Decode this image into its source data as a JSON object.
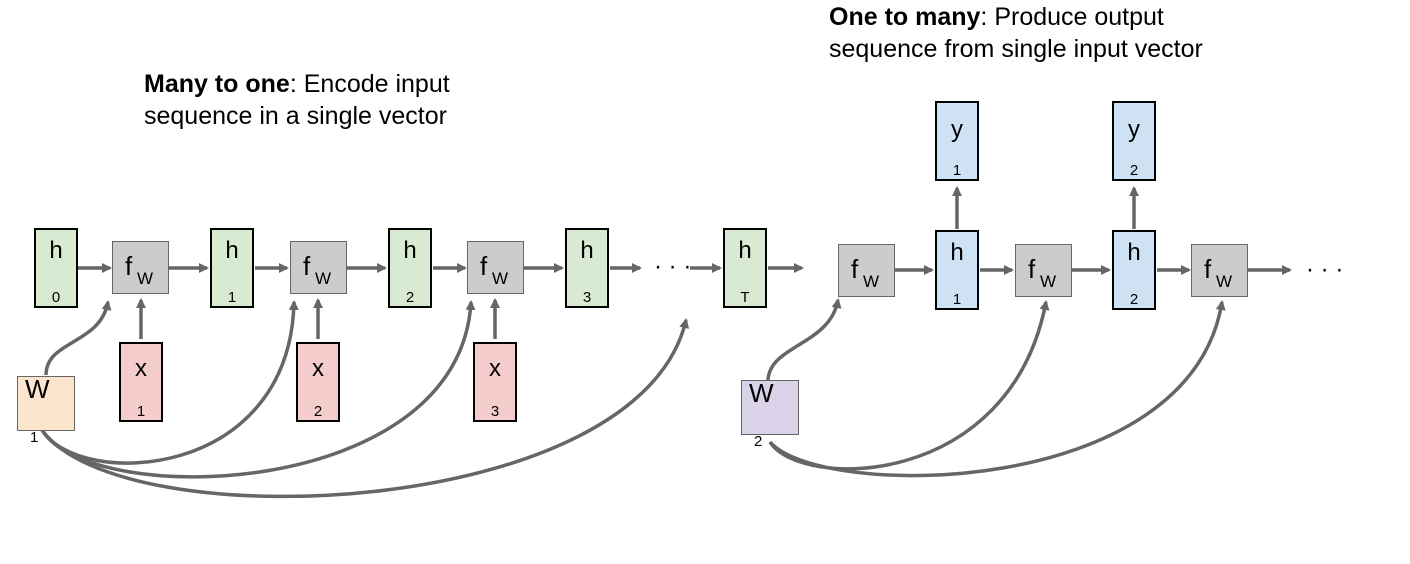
{
  "titles": {
    "left_bold": "Many to one",
    "left_rest_line1": ": Encode input",
    "left_line2": "sequence in a single vector",
    "right_bold": "One to many",
    "right_rest_line1": ": Produce output",
    "right_line2": "sequence from single input vector"
  },
  "left": {
    "h_nodes": [
      {
        "sym": "h",
        "sub": "0"
      },
      {
        "sym": "h",
        "sub": "1"
      },
      {
        "sym": "h",
        "sub": "2"
      },
      {
        "sym": "h",
        "sub": "3"
      },
      {
        "sym": "h",
        "sub": "T"
      }
    ],
    "x_nodes": [
      {
        "sym": "x",
        "sub": "1"
      },
      {
        "sym": "x",
        "sub": "2"
      },
      {
        "sym": "x",
        "sub": "3"
      }
    ],
    "f_nodes": [
      {
        "sym": "f",
        "sub": "W"
      },
      {
        "sym": "f",
        "sub": "W"
      },
      {
        "sym": "f",
        "sub": "W"
      }
    ],
    "w": {
      "sym": "W",
      "sub": "1"
    },
    "ellipsis": "· · ·"
  },
  "right": {
    "h_nodes": [
      {
        "sym": "h",
        "sub": "1"
      },
      {
        "sym": "h",
        "sub": "2"
      }
    ],
    "y_nodes": [
      {
        "sym": "y",
        "sub": "1"
      },
      {
        "sym": "y",
        "sub": "2"
      }
    ],
    "f_nodes": [
      {
        "sym": "f",
        "sub": "W"
      },
      {
        "sym": "f",
        "sub": "W"
      },
      {
        "sym": "f",
        "sub": "W"
      }
    ],
    "w": {
      "sym": "W",
      "sub": "2"
    },
    "ellipsis": "· · ·"
  },
  "colors": {
    "arrow": "#666666",
    "h_green": "#d9ead3",
    "h_blue": "#cfe2f3",
    "x_red": "#f4cccc",
    "f_gray": "#cccccc",
    "w1_orange": "#fce5cd",
    "w2_purple": "#d9d2e9"
  }
}
